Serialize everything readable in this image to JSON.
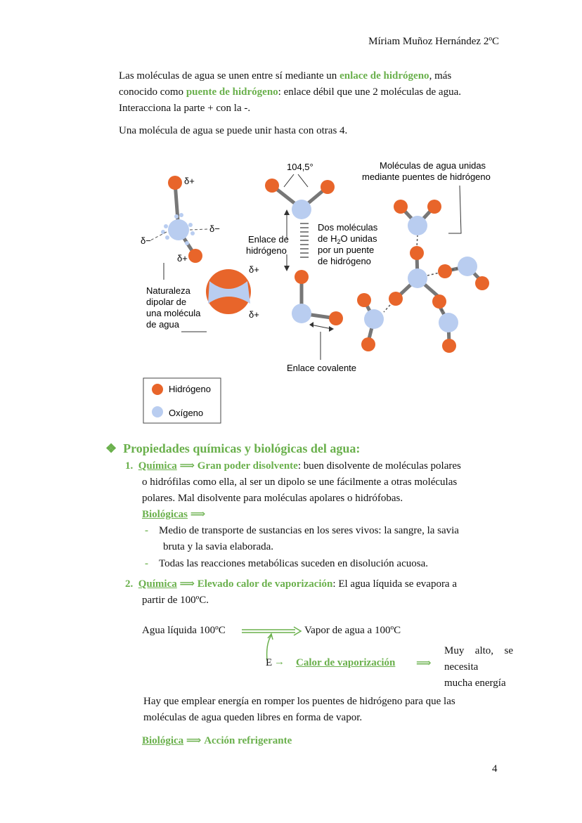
{
  "header": {
    "author": "Míriam Muñoz Hernández 2ºC"
  },
  "intro": {
    "p1_a": "Las moléculas de agua se unen entre sí mediante un ",
    "p1_b": "enlace de hidrógeno",
    "p1_c": ", más",
    "p1_d": "conocido como ",
    "p1_e": "puente de hidrógeno",
    "p1_f": ": enlace débil que une 2 moléculas de agua.",
    "p1_g": "Interacciona la parte + con la -.",
    "p2": "Una molécula de agua se puede unir hasta con otras 4."
  },
  "figure": {
    "angle": "104,5°",
    "united_title_1": "Moléculas de agua unidas",
    "united_title_2": "mediante puentes de hidrógeno",
    "bond_1": "Enlace de",
    "bond_2": "hidrógeno",
    "two_1": "Dos moléculas",
    "two_2a": "de H",
    "two_2sub": "2",
    "two_2b": "O unidas",
    "two_3": "por un puente",
    "two_4": "de hidrógeno",
    "dip_1": "Naturaleza",
    "dip_2": "dipolar de",
    "dip_3": "una molécula",
    "dip_4": "de agua",
    "covalent": "Enlace covalente",
    "delta_plus": "δ+",
    "delta_minus": "δ−",
    "legend_h": "Hidrógeno",
    "legend_o": "Oxígeno"
  },
  "section": {
    "bullet": "❖",
    "title": "Propiedades químicas y biológicas del agua:"
  },
  "item1": {
    "num": "1.",
    "quimica": "Química",
    "prop": "Gran poder disolvente",
    "text_a": ": buen disolvente de moléculas polares",
    "text_b": "o hidrófilas como ella, al ser un dipolo se une fácilmente a otras moléculas",
    "text_c": "polares. Mal disolvente para moléculas apolares o hidrófobas.",
    "biologicas": "Biológicas",
    "dash": "-",
    "b1_a": "Medio de transporte de sustancias en los seres vivos: la sangre, la savia",
    "b1_b": "bruta y la savia elaborada.",
    "b2": "Todas las reacciones metabólicas suceden en disolución acuosa."
  },
  "item2": {
    "num": "2.",
    "quimica": "Química",
    "prop": "Elevado calor de vaporización",
    "text_a": ": El agua líquida se evapora a",
    "text_b": "partir de 100ºC.",
    "liquid": "Agua líquida 100ºC",
    "vapor": "Vapor de agua a 100ºC",
    "e": "E",
    "calor": "Calor de vaporización",
    "muy_1": "Muy alto, se",
    "muy_2": "necesita",
    "muy_3": "mucha energía",
    "hay_a": "Hay que emplear energía en romper los puentes de hidrógeno para que las",
    "hay_b": "moléculas de agua queden libres en forma de vapor.",
    "biologica": "Biológica",
    "accion": "Acción refrigerante"
  },
  "footer": {
    "page": "4"
  },
  "colors": {
    "hydrogen": "#e8652a",
    "oxygen": "#b9cdf0",
    "accent": "#6ab04c"
  }
}
